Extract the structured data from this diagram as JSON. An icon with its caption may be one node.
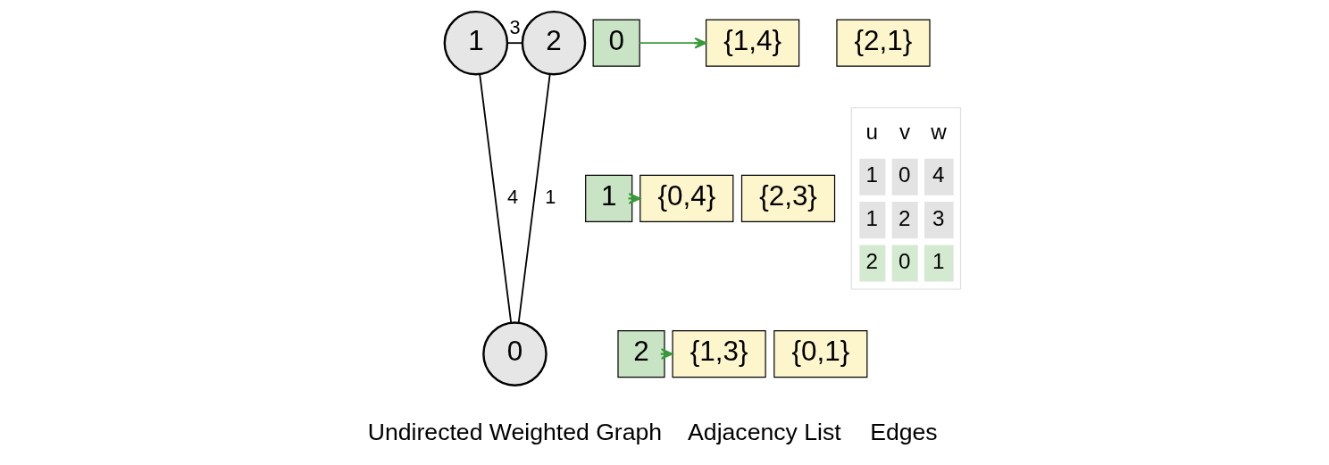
{
  "diagram": {
    "nodes": [
      {
        "text": [
          "1"
        ]
      },
      {
        "text": [
          "2"
        ]
      },
      {
        "text": [
          "0"
        ]
      },
      {
        "text": [
          "0"
        ]
      },
      {
        "text": [
          "{1,4}"
        ]
      },
      {
        "text": [
          "{2,1}"
        ]
      },
      {
        "text": [
          "1"
        ]
      },
      {
        "text": [
          "{0,4}"
        ]
      },
      {
        "text": [
          "{2,3}"
        ]
      },
      {
        "text": [
          "2"
        ]
      },
      {
        "text": [
          "{1,3}"
        ]
      },
      {
        "text": [
          "{0,1}"
        ]
      }
    ],
    "edges": [
      {
        "from": 0,
        "to": 1,
        "arrow": "none",
        "label": "3"
      },
      {
        "from": 0,
        "to": 2,
        "arrow": "none",
        "label": "4"
      },
      {
        "from": 1,
        "to": 2,
        "arrow": "none",
        "label": "1"
      },
      {
        "from": 3,
        "to": 4,
        "arrow": "to",
        "color": "#3a9a3a"
      },
      {
        "from": 6,
        "to": 7,
        "arrow": "to",
        "color": "#3a9a3a"
      },
      {
        "from": 9,
        "to": 10,
        "arrow": "to",
        "color": "#3a9a3a"
      }
    ],
    "labels": [
      "Undirected Weighted Graph",
      "Adjacency List",
      "Edges",
      "u",
      "v",
      "w",
      "1",
      "0",
      "4",
      "1",
      "2",
      "3",
      "2",
      "0",
      "1"
    ]
  }
}
